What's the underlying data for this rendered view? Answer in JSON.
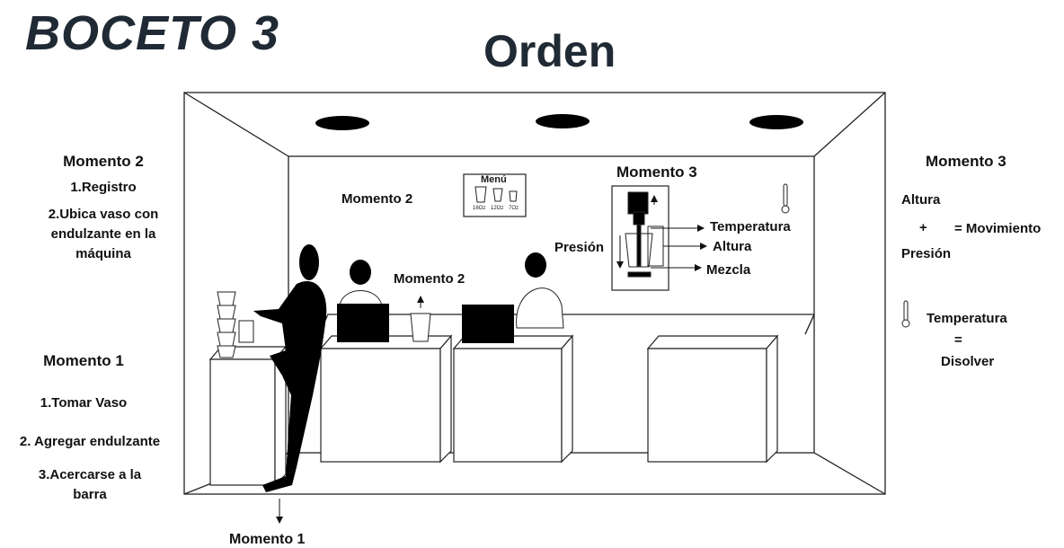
{
  "title": "BOCETO 3",
  "heading": "Orden",
  "left_panel": {
    "moment2_title": "Momento 2",
    "moment2_steps": [
      "1.Registro",
      "2.Ubica vaso con",
      "endulzante en la",
      "máquina"
    ],
    "moment1_title": "Momento 1",
    "moment1_steps": [
      "1.Tomar Vaso",
      "2. Agregar endulzante",
      "3.Acercarse a la",
      "barra"
    ]
  },
  "right_panel": {
    "moment3_title": "Momento 3",
    "altura": "Altura",
    "plus": "+",
    "equals_movimiento": "= Movimiento",
    "presion": "Presión",
    "temperatura": "Temperatura",
    "equals": "=",
    "disolver": "Disolver"
  },
  "scene": {
    "label_moment2_wall": "Momento 2",
    "label_moment2_counter": "Momento 2",
    "label_moment1_bottom": "Momento 1",
    "menu_title": "Menú",
    "menu_sizes": [
      "16Oz",
      "12Oz",
      "7Oz"
    ],
    "moment3_title": "Momento 3",
    "presion_label": "Presión",
    "machine_labels": [
      "Temperatura",
      "Altura",
      "Mezcla"
    ]
  }
}
